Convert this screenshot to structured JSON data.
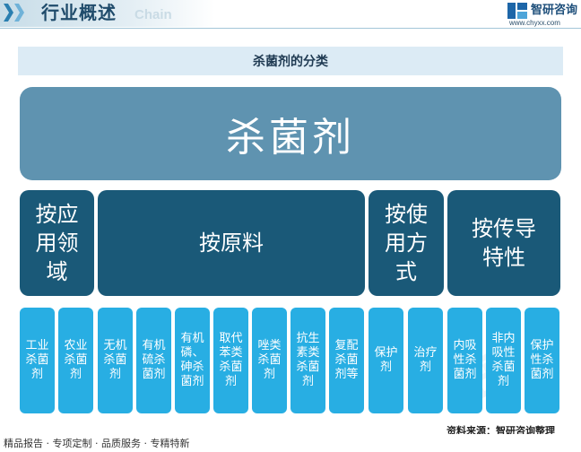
{
  "header": {
    "title": "行业概述",
    "watermark": "Chain",
    "logo_name": "智研咨询",
    "logo_url": "www.chyxx.com"
  },
  "chart_title": "杀菌剂的分类",
  "root": "杀菌剂",
  "categories": [
    {
      "label": "按应用领域",
      "leaves": [
        "工业杀菌剂",
        "农业杀菌剂"
      ]
    },
    {
      "label": "按原料",
      "leaves": [
        "无机杀菌剂",
        "有机硫杀菌剂",
        "有机磷、砷杀菌剂",
        "取代苯类杀菌剂",
        "唑类杀菌剂",
        "抗生素类杀菌剂",
        "复配杀菌剂等"
      ]
    },
    {
      "label": "按使用方式",
      "leaves": [
        "保护剂",
        "治疗剂"
      ]
    },
    {
      "label": "按传导特性",
      "leaves": [
        "内吸性杀菌剂",
        "非内吸性杀菌剂",
        "保护性杀菌剂"
      ]
    }
  ],
  "source": "资料来源：智研咨询整理",
  "footer": "精品报告 · 专项定制 · 品质服务 · 专精特新",
  "colors": {
    "root_box": "#5f93b0",
    "category_box": "#1a5978",
    "leaf_box": "#28aee3",
    "title_bar": "#dcebf5",
    "header_accent": "#2a7fb0"
  }
}
